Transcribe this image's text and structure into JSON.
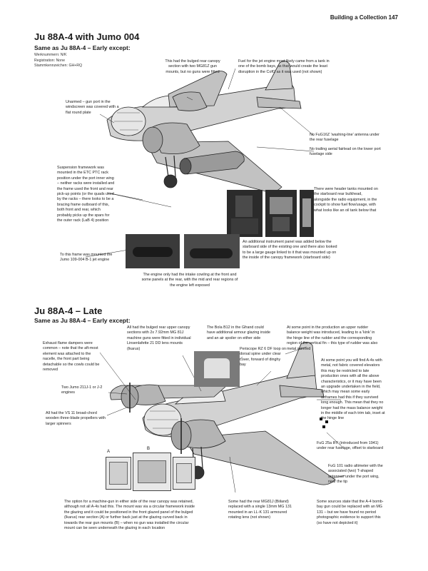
{
  "running_head": "Building a Collection 147",
  "section1": {
    "title": "Ju 88A-4 with Jumo 004",
    "subtitle": "Same as Ju 88A-4 – Early except:",
    "meta": [
      "Werknummern: N/K",
      "Registration: None",
      "Stammkennzeichen: GH+RQ"
    ],
    "captions": {
      "bulged_canopy": "This had the bulged rear canopy section with two MG81Z gun mounts, but no guns were fitted",
      "fuel_tank": "Fuel for the jet engine most likely came from a tank in one of the bomb bays, as that would create the least disruption in the CofG as it was used (not shown)",
      "windscreen_port": "Unarmed – gun port in the windscreen was covered with a flat round plate",
      "fug_antenna": "No FuG16Z 'washing-line' antenna under the rear fuselage",
      "trailing_aerial": "No trailing aerial fairlead on the lower port fuselage side",
      "suspension": "Suspension framework was mounted in the ETC PTC rack position under the port inner wing – neither racks were installed and the frame used the front and rear pick-up points (or the quads used by the racks – there looks to be a bracing frame outboard of this, both front and rear, which probably picks up the spars for the outer rack (LaB 4) position",
      "header_tanks": "There were header tanks mounted on the starboard rear bulkhead, alongside the radio equipment, in the cockpit to show fuel flow/usage, with what looks like an oil tank below that",
      "frame_jumo": "To this frame was mounted the Jumo 109-004 B-1 jet engine",
      "instrument_panel": "An additional instrument panel was added below the starboard side of the existing one and there also looked to be a large gauge linked to it that was mounted up on the inside of the canopy framework (starboard side)",
      "brake_cowling": "The engine only had the intake cowling at the front and some panels at the rear, with the mid and rear regions of the engine left exposed"
    }
  },
  "section2": {
    "title": "Ju 88A-4 – Late",
    "subtitle": "Same as Ju 88A-4 – Early except:",
    "captions": {
      "flame_dampers": "Exhaust flame dampers were common – note that the aft-most element was attached to the nacelle, the front part being detachable so the cowls could be removed",
      "bulged_canopy_late": "All had the bulged rear upper canopy sections with 2x 7.92mm MG 81J machine guns were fitted in individual Linsenlafette 21 DD lens mounts (Ikarus)",
      "b12_cupola": "The Bola B12 in the Gfrand could have additional armour glazing inside and an air spoiler on either side",
      "rudder_balance": "At some point in the production an upper rudder balance weight was introduced, leading to a 'kink' in the hinge line of the rudder and the corresponding region of the vertical fin – this type of rudder was also metal skinned",
      "periscope": "Periscope RZ 6 DF loop on dorsal spine under clear cover, forward of dinghy bay",
      "jumo_engines": "Two Jumo 211J-1 or J-2 engines",
      "propellers": "All had the VS 11 broad-chord wooden three-blade propellers with larger spinners",
      "elevator_fabric": "At some point you will find A-4s with metal, not fabric covered elevators this may be restricted to late production ones with all the above characteristics, or it may have been an upgrade undertaken in the field, which may mean some early airframes had this if they survived long enough. This mean that they no longer had the mass balance weight in the middle of each trim tab, inset at the hinge line",
      "fug25a": "FuG 25a IFF (introduced from 1941) under rear fuselage, offset to starboard",
      "fug101": "FuG 101 radio altimeter with the associated (two) T-shaped antennae under the port wing, near the tip",
      "mg_option": "The option for a machine-gun in either side of the rear canopy was retained, although not all A-4s had this. The mount was via a circular framework inside the glazing and it could be positioned in the front glazed panel of the bulged (Ikarus) rear section (A) or further back just at the glazing curved back in towards the rear gun mounts (B) – when no gun was installed the circular mount can be seen underneath the glazing in each location",
      "mg81j": "Some had the rear MG81J (Biiland) replaced with a single 13mm MG 131 mounted in an LL-K 131 armoured rotating lens (not shown)",
      "mg131_sources": "Some sources state that the A-4 bomb-bay gun could be replaced with an MG 131 – but we have found no period photographic evidence to support this (so have not depicted it)"
    },
    "inset_labels": {
      "a": "A",
      "b": "B"
    }
  }
}
